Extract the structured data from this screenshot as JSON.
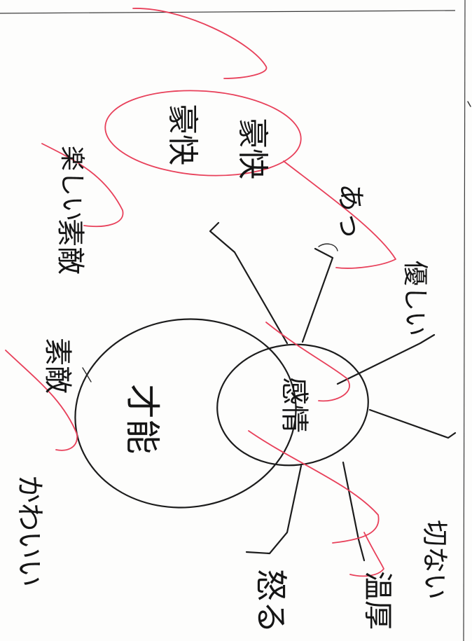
{
  "mind_map": {
    "center_node": "感情",
    "outer_circle_node": "才能",
    "branches": {
      "top_oval_left": "豪快",
      "top_oval_right": "豪快",
      "top_left_top": "楽しい",
      "top_left_bottom": "素敵",
      "mid_right": "あっ",
      "right_upper": "優しい",
      "left_upper": "素敵",
      "left_lower": "かわいい",
      "bottom_left": "怒る",
      "bottom_right": "温厚",
      "bottom_far_right": "切ない"
    }
  },
  "colors": {
    "ink": "#1c1c1c",
    "red_pen": "#e8405a",
    "paper": "#fdfdfc"
  }
}
